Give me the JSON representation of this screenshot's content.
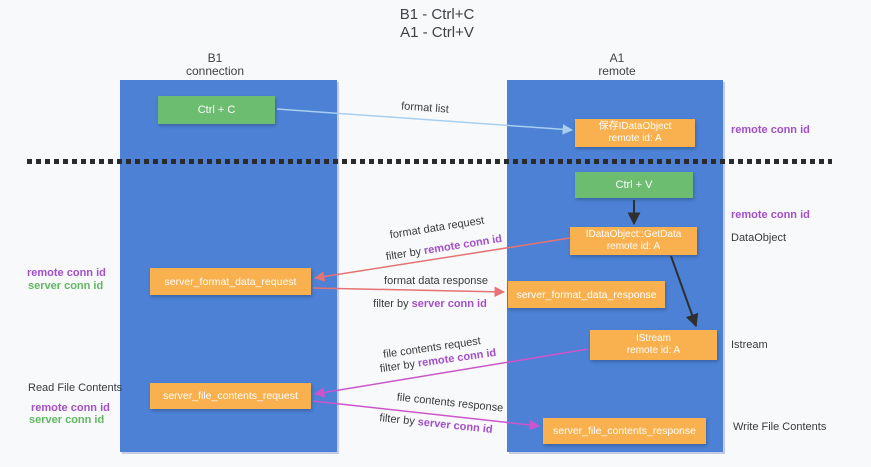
{
  "title": {
    "line1": "B1 - Ctrl+C",
    "line2": "A1 - Ctrl+V"
  },
  "columns": {
    "left": {
      "name": "B1",
      "role": "connection"
    },
    "right": {
      "name": "A1",
      "role": "remote"
    }
  },
  "boxes": {
    "ctrl_c": "Ctrl + C",
    "save_idataobject": {
      "line1": "保存IDataObject",
      "line2": "remote id: A"
    },
    "ctrl_v": "Ctrl + V",
    "idataobject_getdata": {
      "line1": "IDataObject::GetData",
      "line2": "remote id: A"
    },
    "server_format_data_request": "server_format_data_request",
    "server_format_data_response": "server_format_data_response",
    "istream": {
      "line1": "IStream",
      "line2": "remote id: A"
    },
    "server_file_contents_request": "server_file_contents_request",
    "server_file_contents_response": "server_file_contents_response"
  },
  "flow_labels": {
    "format_list": "format list",
    "format_data_request": "format data request",
    "filter_by_remote_1": {
      "prefix": "filter by",
      "highlight": "remote conn id"
    },
    "format_data_response": "format data response",
    "filter_by_server_1": {
      "prefix": "filter by",
      "highlight": "server conn id"
    },
    "file_contents_request": "file contents request",
    "filter_by_remote_2": {
      "prefix": "filter by",
      "highlight": "remote conn id"
    },
    "file_contents_response": "file contents response",
    "filter_by_server_2": {
      "prefix": "filter by",
      "highlight": "server conn id"
    }
  },
  "side_labels": {
    "right_remote_conn_id_top": "remote conn id",
    "right_remote_conn_id_mid": "remote conn id",
    "right_dataobject": "DataObject",
    "right_istream": "Istream",
    "right_write_file_contents": "Write File Contents",
    "left_remote_conn_id_mid": "remote conn id",
    "left_server_conn_id_mid": "server conn id",
    "left_read_file_contents": "Read File Contents",
    "left_remote_conn_id_bottom": "remote conn id",
    "left_server_conn_id_bottom": "server conn id"
  },
  "colors": {
    "background": "#f8f9fb",
    "column_blue": "#4c81d5",
    "box_green": "#6dbd70",
    "box_orange": "#f9b04e",
    "arrow_light_blue": "#a9cfee",
    "arrow_salmon": "#e57373",
    "arrow_magenta": "#cc55cc",
    "arrow_black": "#2f2f2f",
    "text_purple": "#a44fc8",
    "text_green": "#61b861",
    "text_dark": "#3a3a3a"
  }
}
